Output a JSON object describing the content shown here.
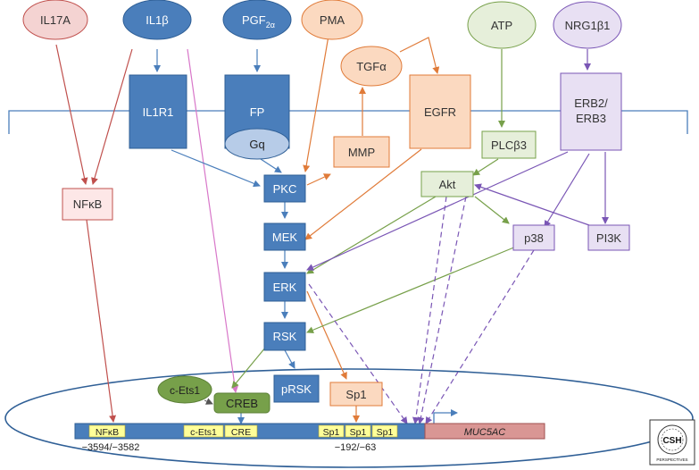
{
  "ligands": {
    "il17a": "IL17A",
    "il1b": "IL1β",
    "pgf2a_main": "PGF",
    "pgf2a_sub": "2α",
    "pma": "PMA",
    "tgfa": "TGFα",
    "atp": "ATP",
    "nrg1b1": "NRG1β1"
  },
  "receptors": {
    "il1r1": "IL1R1",
    "fp": "FP",
    "gq": "Gq",
    "egfr": "EGFR",
    "erb_line1": "ERB2/",
    "erb_line2": "ERB3"
  },
  "signaling": {
    "nfkb": "NFκB",
    "mmp": "MMP",
    "plcb3": "PLCβ3",
    "pkc": "PKC",
    "mek": "MEK",
    "erk": "ERK",
    "rsk": "RSK",
    "akt": "Akt",
    "p38": "p38",
    "pi3k": "PI3K"
  },
  "nucleus": {
    "cets1": "c-Ets1",
    "creb": "CREB",
    "prsk": "pRSK",
    "sp1": "Sp1"
  },
  "promoter": {
    "nfkb_site": "NFκB",
    "cets1_site": "c-Ets1",
    "cre_site": "CRE",
    "sp1_site": "Sp1",
    "gene": "MUC5AC",
    "pos_nfkb": "−3594/−3582",
    "pos_sp1": "−192/−63"
  },
  "logo": {
    "line1": "CSH",
    "line2": "PERSPECTIVES"
  },
  "colors": {
    "blue": "#4a7ebb",
    "blue_dark": "#2f5f96",
    "red": "#c0504d",
    "red_fill": "#f4d3d2",
    "orange": "#e07b39",
    "orange_fill": "#fbd9c0",
    "green": "#77a04a",
    "green_fill": "#e6efda",
    "purple": "#7a56b5",
    "purple_fill": "#e8e0f3",
    "pink": "#d877c9",
    "yellow": "#ffff99",
    "gene_fill": "#d99694"
  }
}
